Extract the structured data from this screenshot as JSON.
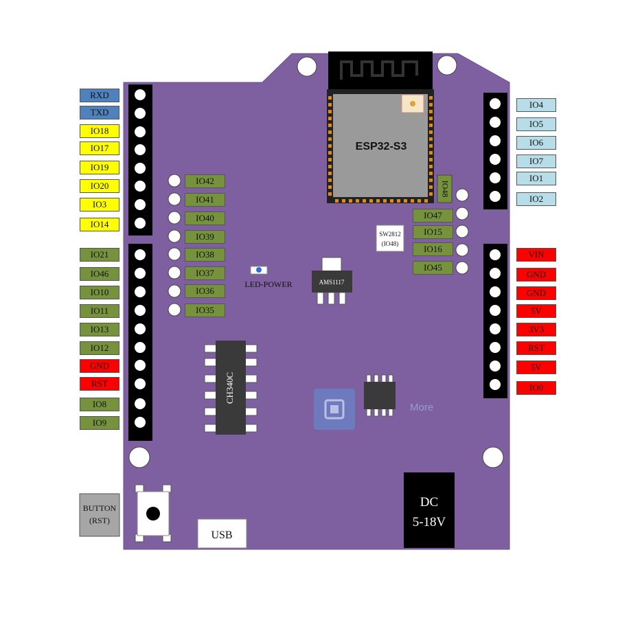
{
  "left_header_top": [
    "RXD",
    "TXD",
    "IO18",
    "IO17",
    "IO19",
    "IO20",
    "IO3",
    "IO14"
  ],
  "left_header_bottom": [
    "IO21",
    "IO46",
    "IO10",
    "IO11",
    "IO13",
    "IO12",
    "GND",
    "RST",
    "IO8",
    "IO9"
  ],
  "inner_left_labels": [
    "IO42",
    "IO41",
    "IO40",
    "IO39",
    "IO38",
    "IO37",
    "IO36",
    "IO35"
  ],
  "inner_right_labels": [
    "IO47",
    "IO15",
    "IO16",
    "IO45"
  ],
  "right_header_top": [
    "IO4",
    "IO5",
    "IO6",
    "IO7",
    "IO1",
    "IO2"
  ],
  "right_header_bottom": [
    "VIN",
    "GND",
    "GND",
    "5V",
    "3V3",
    "RST",
    "5V",
    "IO0"
  ],
  "module_label": "ESP32-S3",
  "io48_vertical": "IO48",
  "sw2812_line1": "SW2812",
  "sw2812_line2": "(IO48)",
  "regulator_label": "AMS1117",
  "led_label": "LED-POWER",
  "uart_chip_label": "CH340C",
  "dc_line1": "DC",
  "dc_line2": "5-18V",
  "usb_label": "USB",
  "button_line1": "BUTTON",
  "button_line2": "(RST)",
  "watermark_text": "More",
  "colors": {
    "board": "#7e5fa0",
    "blue": "#4f81bd",
    "yellow": "#ffff00",
    "green": "#76923c",
    "red": "#ff0000",
    "cyan": "#b7dde8"
  }
}
